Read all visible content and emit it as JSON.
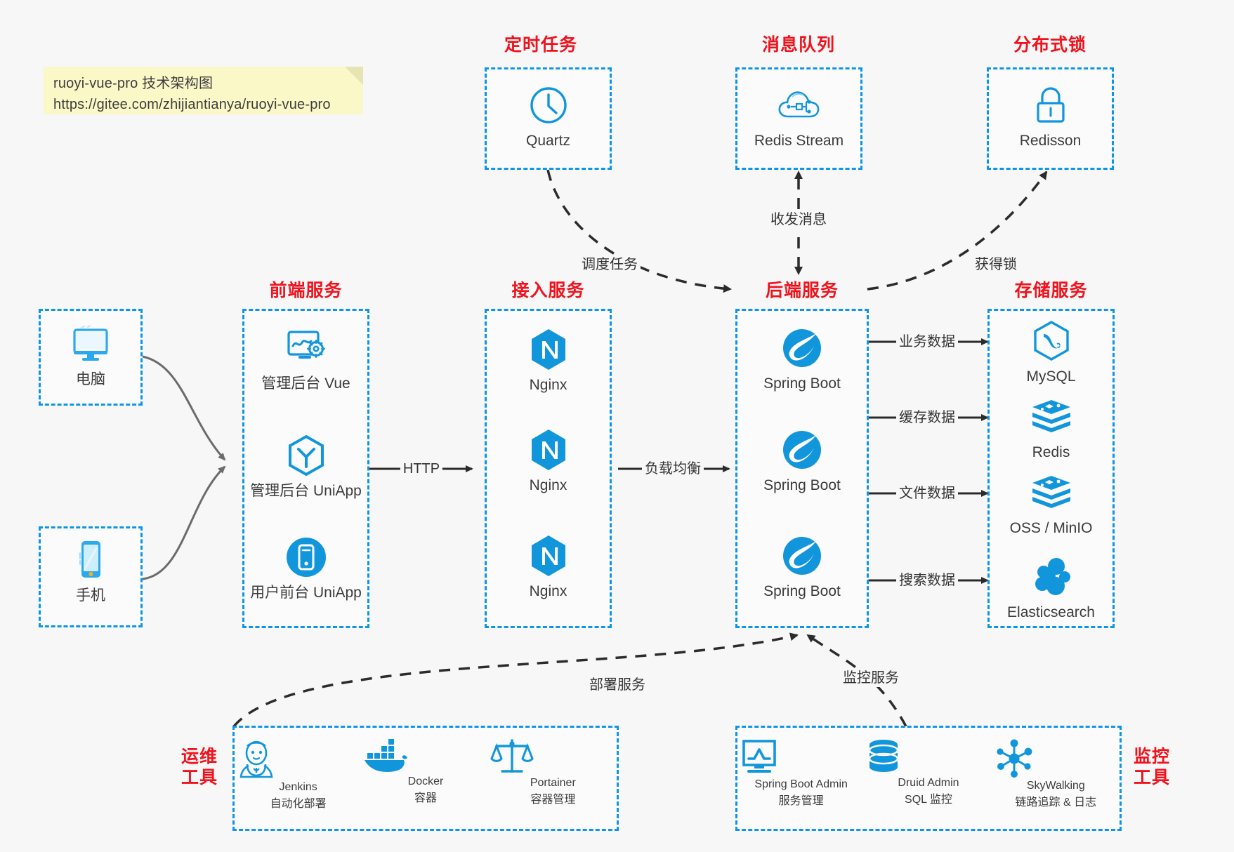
{
  "note": {
    "line1": "ruoyi-vue-pro 技术架构图",
    "line2": "https://gitee.com/zhijiantianya/ruoyi-vue-pro"
  },
  "colors": {
    "box_border": "#0d96e8",
    "group_title": "#f0121c",
    "icon_blue": "#1296db",
    "background": "#f7f7f7",
    "note_bg": "#fbf8c8",
    "edge": "#333333"
  },
  "groups": {
    "scheduler": {
      "title": "定时任务",
      "nodes": [
        {
          "label": "Quartz",
          "icon": "clock-icon"
        }
      ]
    },
    "mq": {
      "title": "消息队列",
      "nodes": [
        {
          "label": "Redis Stream",
          "icon": "cloud-network-icon"
        }
      ]
    },
    "lock": {
      "title": "分布式锁",
      "nodes": [
        {
          "label": "Redisson",
          "icon": "padlock-icon"
        }
      ]
    },
    "clients": {
      "title": "",
      "nodes": [
        {
          "label": "电脑",
          "icon": "desktop-monitor-icon"
        },
        {
          "label": "手机",
          "icon": "smartphone-icon"
        }
      ]
    },
    "frontend": {
      "title": "前端服务",
      "nodes": [
        {
          "label": "管理后台 Vue",
          "icon": "dashboard-gear-icon"
        },
        {
          "label": "管理后台 UniApp",
          "icon": "uniapp-hexagon-icon"
        },
        {
          "label": "用户前台 UniApp",
          "icon": "mobile-circle-icon"
        }
      ]
    },
    "gateway": {
      "title": "接入服务",
      "nodes": [
        {
          "label": "Nginx",
          "icon": "nginx-icon"
        },
        {
          "label": "Nginx",
          "icon": "nginx-icon"
        },
        {
          "label": "Nginx",
          "icon": "nginx-icon"
        }
      ]
    },
    "backend": {
      "title": "后端服务",
      "nodes": [
        {
          "label": "Spring Boot",
          "icon": "spring-boot-icon"
        },
        {
          "label": "Spring Boot",
          "icon": "spring-boot-icon"
        },
        {
          "label": "Spring Boot",
          "icon": "spring-boot-icon"
        }
      ]
    },
    "storage": {
      "title": "存储服务",
      "nodes": [
        {
          "label": "MySQL",
          "icon": "mysql-icon"
        },
        {
          "label": "Redis",
          "icon": "redis-icon"
        },
        {
          "label": "OSS / MinIO",
          "icon": "object-storage-icon"
        },
        {
          "label": "Elasticsearch",
          "icon": "elasticsearch-icon"
        }
      ]
    },
    "devops": {
      "title": "运维\n工具",
      "title_line1": "运维",
      "title_line2": "工具",
      "nodes": [
        {
          "label": "Jenkins",
          "sub": "自动化部署",
          "icon": "jenkins-butler-icon"
        },
        {
          "label": "Docker",
          "sub": "容器",
          "icon": "docker-whale-icon"
        },
        {
          "label": "Portainer",
          "sub": "容器管理",
          "icon": "scales-icon"
        }
      ]
    },
    "monitoring": {
      "title": "监控\n工具",
      "title_line1": "监控",
      "title_line2": "工具",
      "nodes": [
        {
          "label": "Spring Boot Admin",
          "sub": "服务管理",
          "icon": "monitor-chart-icon"
        },
        {
          "label": "Druid Admin",
          "sub": "SQL 监控",
          "icon": "database-cylinder-icon"
        },
        {
          "label": "SkyWalking",
          "sub": "链路追踪 & 日志",
          "icon": "node-graph-icon"
        }
      ]
    }
  },
  "edges": [
    {
      "id": "client-to-frontend",
      "label": "",
      "style": "solid-curve"
    },
    {
      "id": "frontend-to-gateway",
      "label": "HTTP",
      "style": "solid"
    },
    {
      "id": "gateway-to-backend",
      "label": "负载均衡",
      "style": "solid"
    },
    {
      "id": "backend-to-mysql",
      "label": "业务数据",
      "style": "solid"
    },
    {
      "id": "backend-to-redis",
      "label": "缓存数据",
      "style": "solid"
    },
    {
      "id": "backend-to-oss",
      "label": "文件数据",
      "style": "solid"
    },
    {
      "id": "backend-to-es",
      "label": "搜索数据",
      "style": "solid"
    },
    {
      "id": "quartz-to-backend",
      "label": "调度任务",
      "style": "dashed-curve"
    },
    {
      "id": "backend-to-mq",
      "label": "收发消息",
      "style": "dashed-bidirectional"
    },
    {
      "id": "backend-to-lock",
      "label": "获得锁",
      "style": "dashed-curve"
    },
    {
      "id": "devops-to-backend",
      "label": "部署服务",
      "style": "dashed-curve"
    },
    {
      "id": "monitoring-to-backend",
      "label": "监控服务",
      "style": "dashed-curve"
    }
  ]
}
